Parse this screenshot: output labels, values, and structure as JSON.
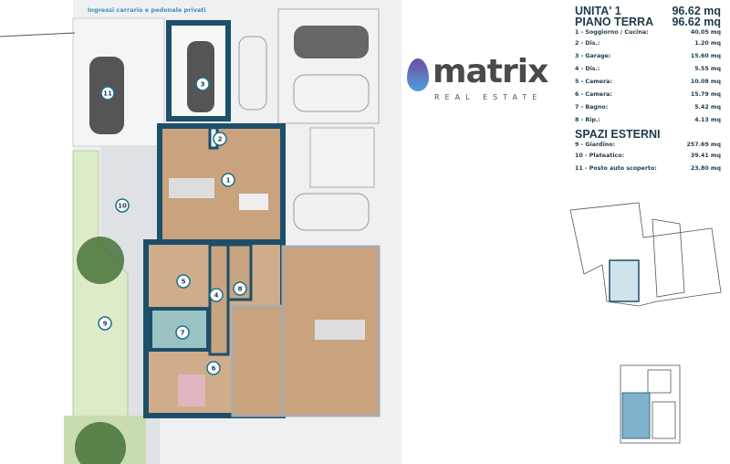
{
  "entrance_label": "Ingressi carrario e pedonale privati",
  "unit": {
    "title": "UNITA' 1",
    "title_area": "96.62 mq",
    "floor": "PIANO TERRA",
    "floor_area": "96.62 mq"
  },
  "rooms": [
    {
      "label": "1 - Soggiorno / Cucina:",
      "area": "40.05 mq"
    },
    {
      "label": "2 - Dis.:",
      "area": "1.20 mq"
    },
    {
      "label": "3 - Garage:",
      "area": "15.60 mq"
    },
    {
      "label": "4 - Dis.:",
      "area": "5.55 mq"
    },
    {
      "label": "5 - Camera:",
      "area": "10.08 mq"
    },
    {
      "label": "6 - Camera:",
      "area": "15.79 mq"
    },
    {
      "label": "7 - Bagno:",
      "area": "5.42 mq"
    },
    {
      "label": "8 - Rip.:",
      "area": "4.13 mq"
    }
  ],
  "external_title": "SPAZI ESTERNI",
  "external": [
    {
      "label": "9 - Giardino:",
      "area": "257.69 mq"
    },
    {
      "label": "10 - Plateatico:",
      "area": "39.41 mq"
    },
    {
      "label": "11 - Posto auto scoperto:",
      "area": "23.80 mq"
    }
  ],
  "markers": [
    "1",
    "2",
    "3",
    "4",
    "5",
    "6",
    "7",
    "8",
    "9",
    "10",
    "11"
  ],
  "logo": {
    "word": "matrix",
    "sub": "REAL ESTATE"
  },
  "colors": {
    "wall": "#1d4f6b",
    "text": "#1e3a4c",
    "marker": "#1d6f8f",
    "wood": "#c9a27e",
    "garden": "#dcebc8",
    "ground": "#e6e8ea"
  }
}
